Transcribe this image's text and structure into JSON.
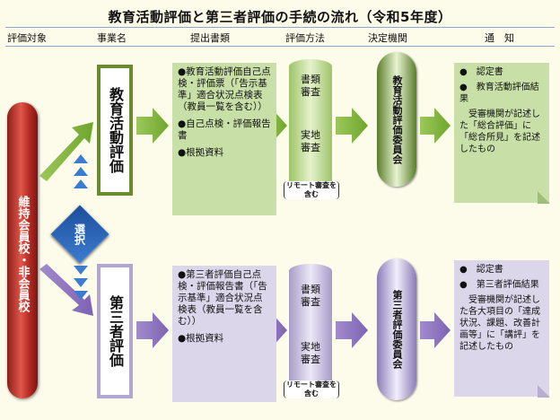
{
  "title": "教育活動評価と第三者評価の手続の流れ（令和5年度）",
  "headers": [
    "評価対象",
    "事業名",
    "提出書類",
    "評価方法",
    "決定機関",
    "通　知"
  ],
  "target": "維持会員校・非会員校",
  "select_label": "選択",
  "programs": {
    "edu": {
      "name": "教育活動評価",
      "documents": [
        "●教育活動評価自己点検・評価票（「告示基準」適合状況点検表（教員一覧を含む））",
        "●自己点検・評価報告書",
        "●根拠資料"
      ],
      "method_top": "書類審査",
      "method_bottom": "実地審査",
      "remote": "リモート審査を含む",
      "committee": "教育活動評価委員会",
      "notice": [
        "●　認定書",
        "●　教育活動評価結果",
        "受審機関が記述した「総合評価」に「総合所見」を記述したもの"
      ]
    },
    "third": {
      "name": "第三者評価",
      "documents": [
        "●第三者評価自己点検・評価報告書（「告示基準」適合状況点検表（教員一覧を含む））",
        "●根拠資料"
      ],
      "method_top": "書類審査",
      "method_bottom": "実地審査",
      "remote": "リモート審査を含む",
      "committee": "第三者評価委員会",
      "notice": [
        "●　認定書",
        "●　第三者評価結果",
        "受審機関が記述した各大項目の「達成状況、課題、改善計画等」に「講評」を記述したもの"
      ]
    }
  },
  "colors": {
    "edu": "#6b8c2d",
    "third": "#8a7cb8",
    "select": "#1c4e9c",
    "pillar": "#c0392b"
  }
}
